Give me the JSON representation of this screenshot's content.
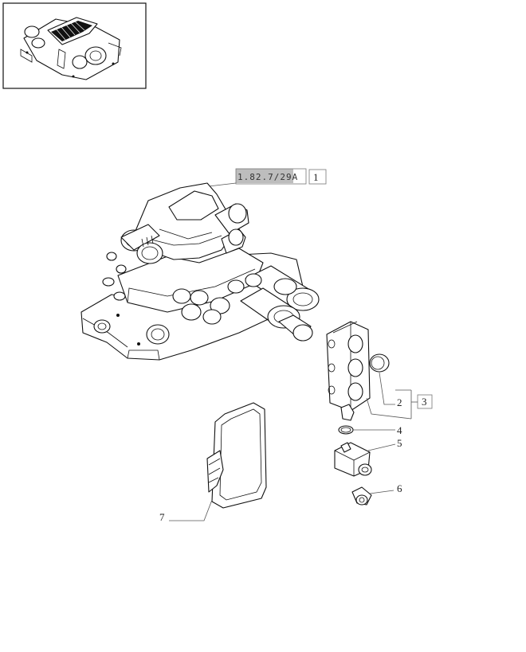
{
  "reference": {
    "code": "1.82.7/29A",
    "code_box": "1",
    "group_box": "3"
  },
  "callouts": [
    {
      "id": "2",
      "text": "2"
    },
    {
      "id": "4",
      "text": "4"
    },
    {
      "id": "5",
      "text": "5"
    },
    {
      "id": "6",
      "text": "6"
    },
    {
      "id": "7",
      "text": "7"
    }
  ],
  "colors": {
    "line": "#111111",
    "highlight": "#bdbdbd"
  }
}
